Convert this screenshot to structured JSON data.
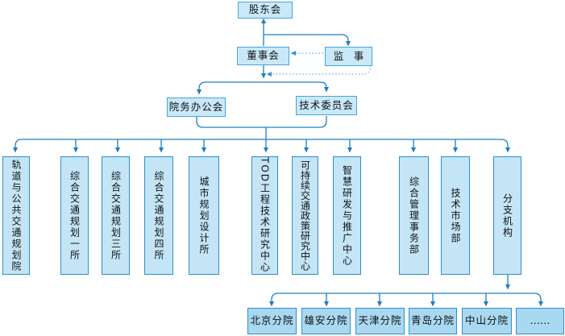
{
  "diagram_type": "org-chart",
  "colors": {
    "solid_connector": "#1e7fc4",
    "dotted_connector": "#63a9dc",
    "governance_box_fill": "#c9e8f8",
    "department_box_fill": "#c3e5f6",
    "branch_box_fill": "#a9d8f1",
    "box_border": "#3f9cd4",
    "text": "#111111"
  },
  "nodes": {
    "shareholders": "股东会",
    "board": "董事会",
    "supervisors": "监　事",
    "office": "院务办公会",
    "tech_committee": "技术委员会",
    "departments": [
      "轨道与公共交通规划院",
      "综合交通规划一所",
      "综合交通规划三所",
      "综合交通规划四所",
      "城市规划设计所",
      "TOD工程技术研究中心",
      "可持续交通政策研究中心",
      "智慧研发与推广中心",
      "综合管理事务部",
      "技术市场部",
      "分支机构"
    ],
    "branches": [
      "北京分院",
      "雄安分院",
      "天津分院",
      "青岛分院",
      "中山分院",
      "……"
    ]
  },
  "edges": {
    "board_to_shareholders": "solid-arrow-up",
    "shareholders_to_supervisors": "solid-arrow-down",
    "supervisors_to_board": "dotted-arrow-left",
    "supervisors_to_board_line": "dotted-arrow-left-lower",
    "board_to_office_and_committee": "solid-arrows-down",
    "office_committee_to_departments": "solid-arrows-down",
    "branch_office_to_branches": "solid-arrows-down"
  }
}
